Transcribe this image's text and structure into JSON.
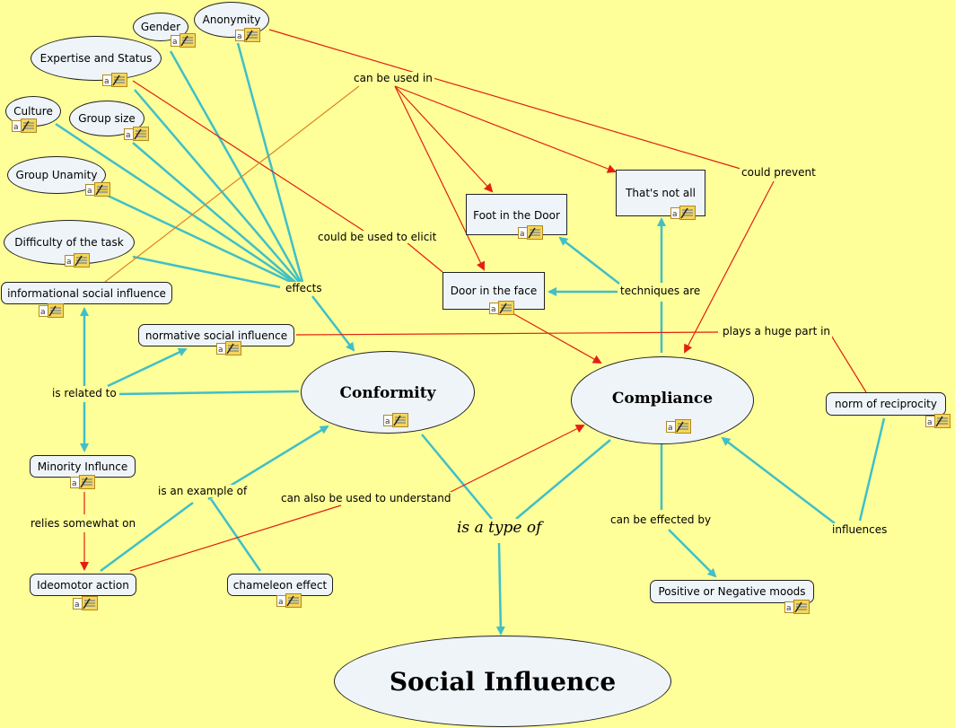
{
  "nodes": {
    "gender": "Gender",
    "anonymity": "Anonymity",
    "expertise": "Expertise and Status",
    "culture": "Culture",
    "group_size": "Group size",
    "group_unamity": "Group Unamity",
    "difficulty": "Difficulty of the task",
    "informational": "informational social influence",
    "normative": "normative social influence",
    "minority": "Minority Influnce",
    "ideomotor": "Ideomotor action",
    "chameleon": "chameleon effect",
    "foot": "Foot in the Door",
    "thats_not_all": "That's not all",
    "door_face": "Door in the face",
    "conformity": "Conformity",
    "compliance": "Compliance",
    "reciprocity": "norm of reciprocity",
    "moods": "Positive or Negative moods",
    "social_influence": "Social Influence"
  },
  "links": {
    "can_be_used_in": "can be used in",
    "could_prevent": "could prevent",
    "could_be_used_to_elicit": "could be used to elicit",
    "effects": "effects",
    "techniques_are": "techniques are",
    "plays_a_huge_part_in": "plays a huge part in",
    "is_related_to": "is related to",
    "is_an_example_of": "is an example of",
    "can_also_be_used_to_understand": "can also be used to understand",
    "relies_somewhat_on": "relies somewhat on",
    "is_a_type_of": "is a type of",
    "can_be_effected_by": "can be effected by",
    "influences": "influences"
  },
  "colors": {
    "background": "#ffff99",
    "node_fill": "#eef4f8",
    "teal_link": "#40bfc8",
    "red_link": "#e02010",
    "orange_link": "#e08020"
  },
  "icons": [
    "note-icon"
  ]
}
